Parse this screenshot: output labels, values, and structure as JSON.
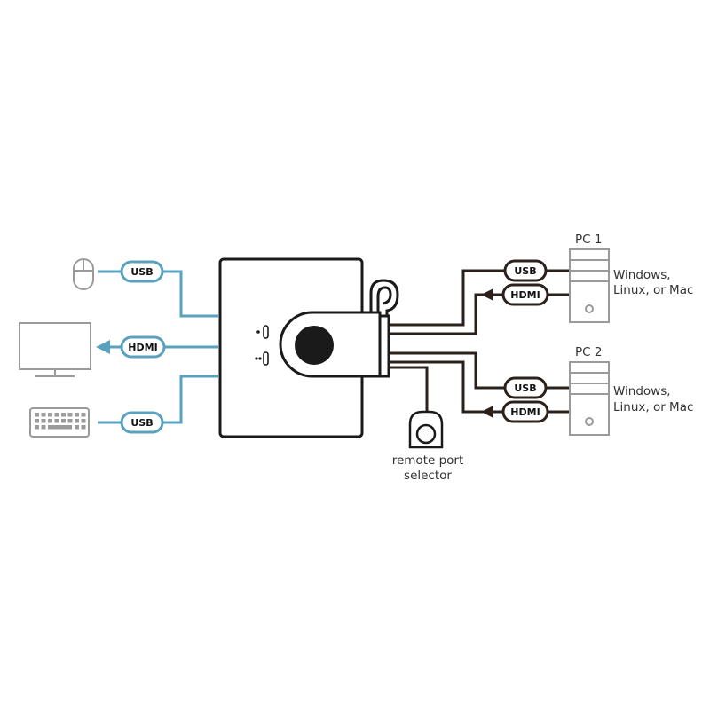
{
  "colors": {
    "cable_left": "#5aa1bd",
    "cable_right": "#2a211d",
    "device_gray": "#9a9a9a",
    "outline_dark": "#1a1a1a"
  },
  "icons": {
    "mouse": "mouse-icon",
    "monitor": "monitor-icon",
    "keyboard": "keyboard-icon",
    "pc": "pc-tower-icon",
    "remote": "remote-selector-icon"
  },
  "left": {
    "mouse_port_label": "USB",
    "monitor_port_label": "HDMI",
    "keyboard_port_label": "USB"
  },
  "pc1": {
    "title": "PC 1",
    "usb_label": "USB",
    "hdmi_label": "HDMI",
    "os_line1": "Windows,",
    "os_line2": "Linux, or Mac"
  },
  "pc2": {
    "title": "PC 2",
    "usb_label": "USB",
    "hdmi_label": "HDMI",
    "os_line1": "Windows,",
    "os_line2": "Linux, or Mac"
  },
  "remote": {
    "line1": "remote port",
    "line2": "selector"
  },
  "switch": {
    "led1": "1",
    "led2": "2"
  }
}
